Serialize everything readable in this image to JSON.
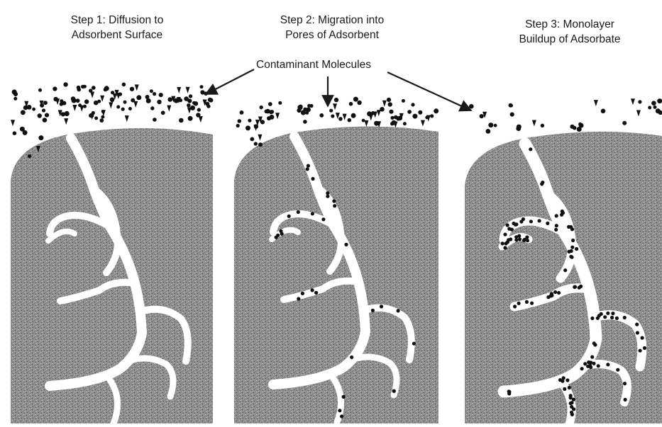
{
  "steps": [
    {
      "line1": "Step 1: Diffusion to",
      "line2": "Adsorbent Surface"
    },
    {
      "line1": "Step 2: Migration into",
      "line2": "Pores of Adsorbent"
    },
    {
      "line1": "Step 3: Monolayer",
      "line2": "Buildup of Adsorbate"
    }
  ],
  "callout": "Contaminant Molecules",
  "colors": {
    "adsorbent": "#8e8e8e",
    "pore": "#ffffff",
    "molecule": "#111111",
    "ink": "#1a1a1a"
  }
}
